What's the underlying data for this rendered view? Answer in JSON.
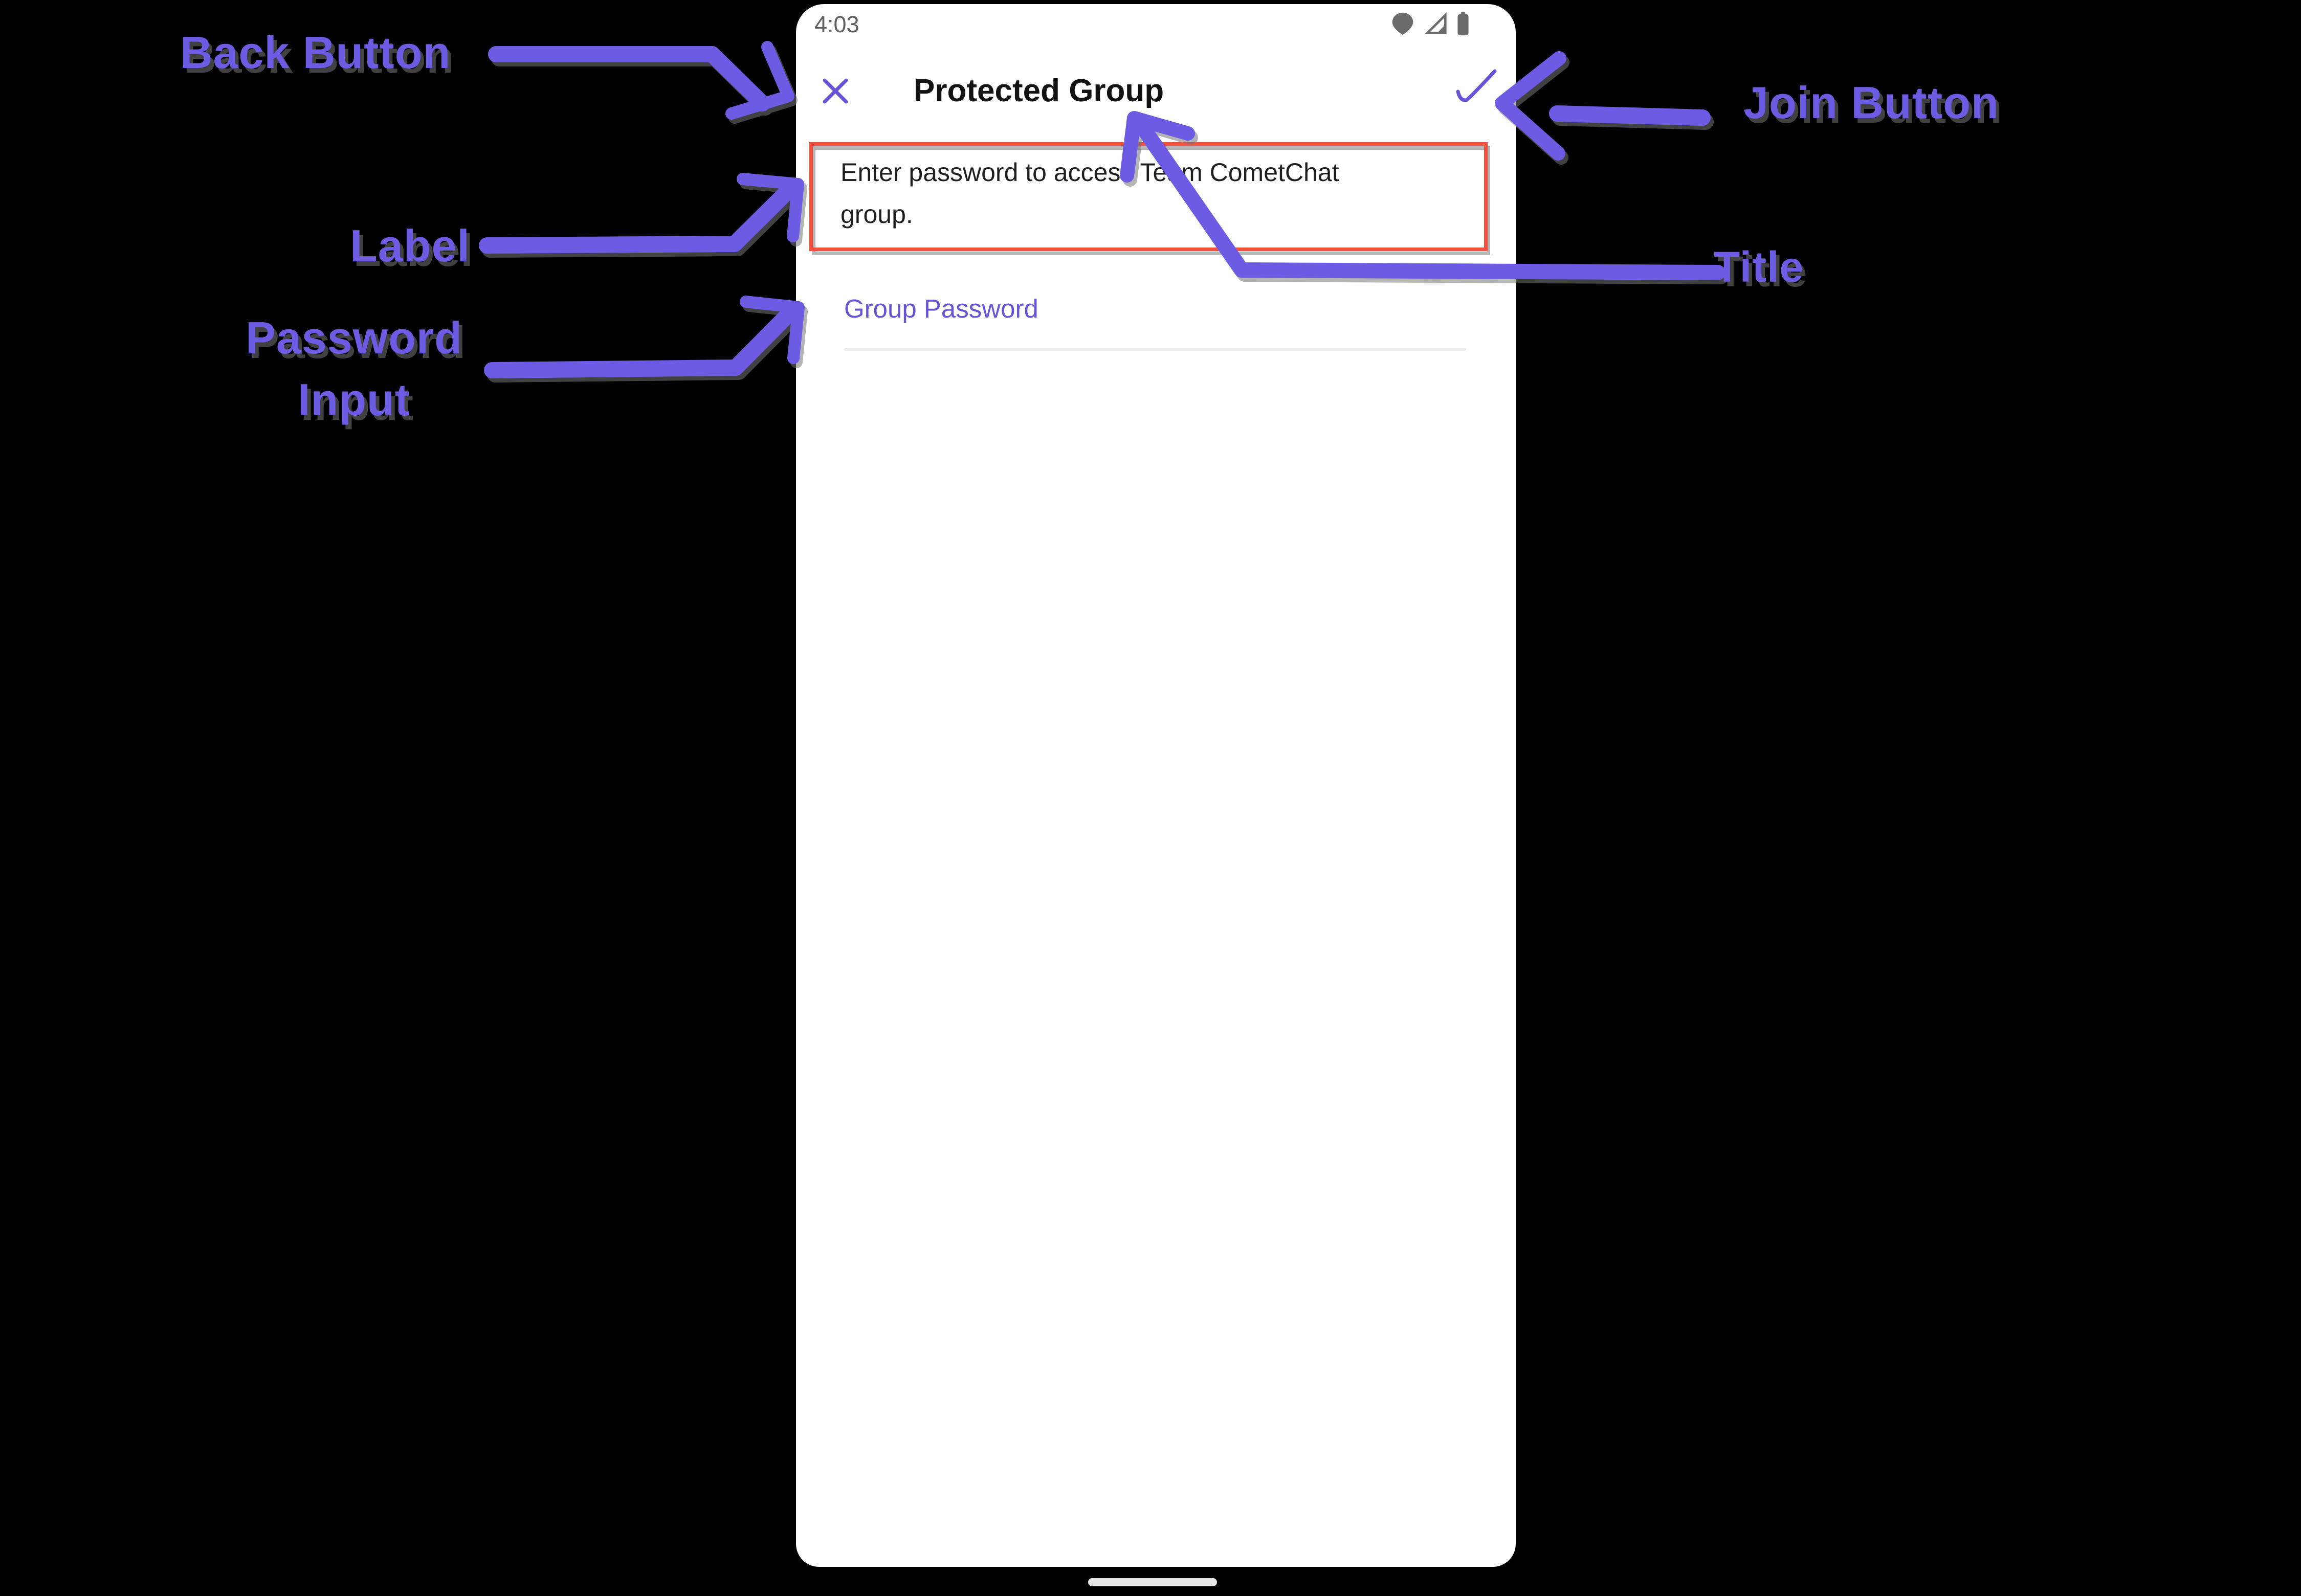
{
  "phone": {
    "status_bar": {
      "time": "4:03",
      "icons": [
        "wifi-icon",
        "cellular-signal-icon",
        "battery-icon"
      ]
    },
    "header": {
      "title": "Protected Group",
      "close_icon": "x-close",
      "join_icon": "checkmark"
    },
    "label_box": {
      "lines": [
        "Enter password to access Team CometChat",
        "group."
      ]
    },
    "password_field": {
      "label": "Group Password",
      "value": ""
    }
  },
  "annotations": {
    "back_button": {
      "text": "Back Button"
    },
    "label": {
      "text": "Label"
    },
    "password_input": {
      "lines": [
        "Password",
        "Input"
      ]
    },
    "join_button": {
      "text": "Join Button"
    },
    "title": {
      "text": "Title"
    }
  },
  "colors": {
    "app_accent": "#6852D6",
    "annotation_purple": "#6C5CE4",
    "highlight_red": "#F3513D",
    "status_gray": "#5E5E5E"
  }
}
